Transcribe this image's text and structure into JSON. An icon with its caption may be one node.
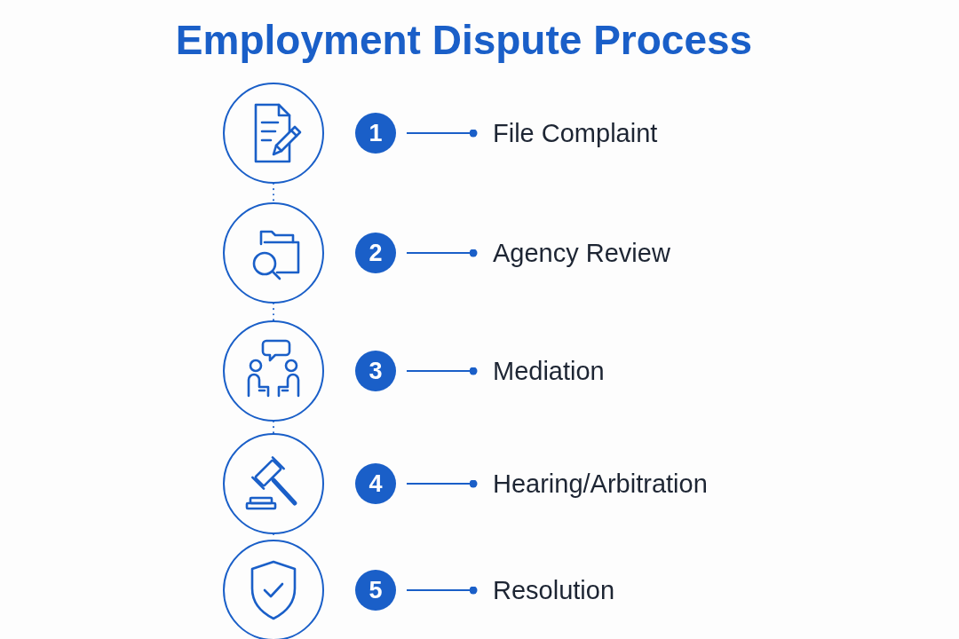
{
  "diagram": {
    "title": "Employment Dispute Process",
    "nodes": [
      {
        "text": [],
        "shape": "circle"
      },
      {
        "text": [
          "1"
        ]
      },
      {
        "text": [
          "File Complaint"
        ]
      },
      {
        "text": [],
        "shape": "circle"
      },
      {
        "text": [
          "2"
        ]
      },
      {
        "text": [
          "Agency Review"
        ]
      },
      {
        "text": [],
        "shape": "circle"
      },
      {
        "text": [
          "3"
        ]
      },
      {
        "text": [
          "Mediation"
        ]
      },
      {
        "text": [],
        "shape": "circle"
      },
      {
        "text": [
          "4"
        ]
      },
      {
        "text": [
          "Hearing/Arbitration"
        ]
      },
      {
        "text": [],
        "shape": "circle"
      },
      {
        "text": [
          "5"
        ]
      },
      {
        "text": [
          "Resolution"
        ]
      }
    ],
    "edges": [
      {
        "from": 1,
        "to": 2,
        "arrow": "other"
      },
      {
        "from": 4,
        "to": 5,
        "arrow": "other"
      },
      {
        "from": 7,
        "to": 8,
        "arrow": "other"
      },
      {
        "from": 10,
        "to": 11,
        "arrow": "other"
      },
      {
        "from": 13,
        "to": 14,
        "arrow": "other"
      },
      {
        "from": 0,
        "to": 3,
        "arrow": "none",
        "style": "dashed"
      },
      {
        "from": 3,
        "to": 6,
        "arrow": "none",
        "style": "dashed"
      },
      {
        "from": 6,
        "to": 9,
        "arrow": "none",
        "style": "dashed"
      },
      {
        "from": 9,
        "to": 12,
        "arrow": "none",
        "style": "dashed"
      }
    ]
  }
}
